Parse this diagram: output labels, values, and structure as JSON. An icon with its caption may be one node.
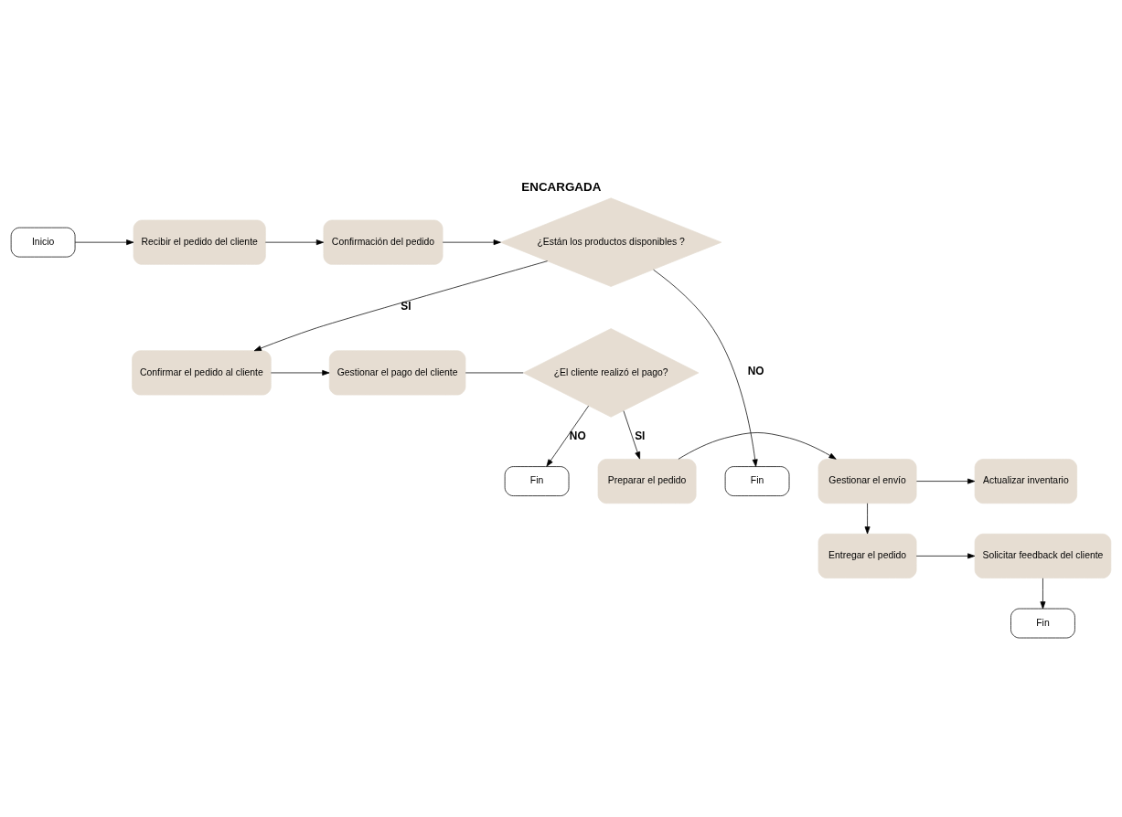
{
  "diagram": {
    "title": "ENCARGADA",
    "nodes": [
      {
        "text": [
          "Inicio"
        ]
      },
      {
        "text": [
          "Recibir el pedido del cliente"
        ]
      },
      {
        "text": [
          "Confirmación del pedido"
        ]
      },
      {
        "text": [
          "¿Están los productos disponibles ?"
        ]
      },
      {
        "text": [
          "Confirmar el pedido al cliente"
        ]
      },
      {
        "text": [
          "Gestionar el pago del cliente"
        ]
      },
      {
        "text": [
          "¿El cliente realizó el pago?"
        ]
      },
      {
        "text": [
          "Fin"
        ]
      },
      {
        "text": [
          "Fin"
        ]
      },
      {
        "text": [
          "Preparar el pedido"
        ]
      },
      {
        "text": [
          "Gestionar el envío"
        ]
      },
      {
        "text": [
          "Actualizar inventario"
        ]
      },
      {
        "text": [
          "Entregar el pedido"
        ]
      },
      {
        "text": [
          "Solicitar feedback del cliente"
        ]
      },
      {
        "text": [
          "Fin"
        ]
      }
    ],
    "edges": [
      {
        "from": 0,
        "to": 1,
        "arrow": "to"
      },
      {
        "from": 1,
        "to": 2,
        "arrow": "to"
      },
      {
        "from": 2,
        "to": 3,
        "arrow": "to"
      },
      {
        "from": 3,
        "to": 4,
        "label": "SI",
        "arrow": "to"
      },
      {
        "from": 3,
        "to": 8,
        "label": "NO",
        "arrow": "to"
      },
      {
        "from": 4,
        "to": 5,
        "arrow": "to"
      },
      {
        "from": 5,
        "to": 6,
        "arrow": "none"
      },
      {
        "from": 6,
        "to": 7,
        "label": "NO",
        "arrow": "to"
      },
      {
        "from": 6,
        "to": 9,
        "label": "SI",
        "arrow": "to"
      },
      {
        "from": 9,
        "to": 10,
        "arrow": "to"
      },
      {
        "from": 10,
        "to": 11,
        "arrow": "to"
      },
      {
        "from": 10,
        "to": 12,
        "arrow": "to"
      },
      {
        "from": 12,
        "to": 13,
        "arrow": "to"
      },
      {
        "from": 13,
        "to": 14,
        "arrow": "to"
      }
    ]
  }
}
